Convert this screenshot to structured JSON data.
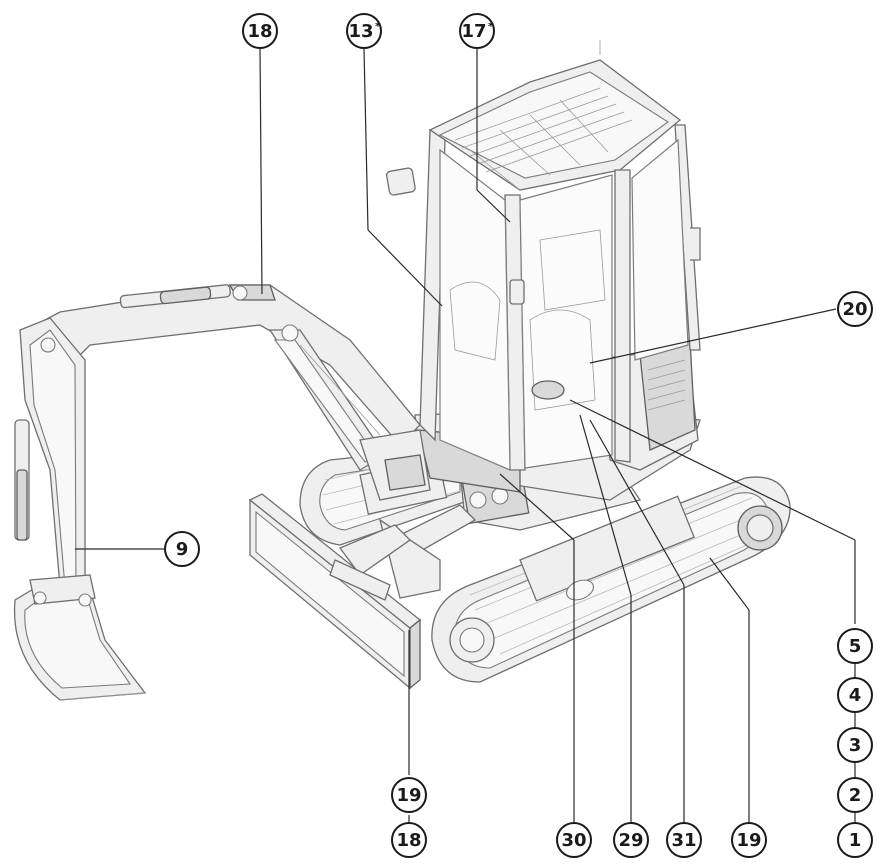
{
  "figure": {
    "subject": "compact excavator",
    "colors": {
      "outline": "#6f6f6f",
      "fill": "#efefef",
      "callout_stroke": "#1a1a1a",
      "background": "#ffffff"
    }
  },
  "callouts": [
    {
      "id": "c18_top",
      "label": "18",
      "suffix": ""
    },
    {
      "id": "c13",
      "label": "13",
      "suffix": "*"
    },
    {
      "id": "c17",
      "label": "17",
      "suffix": "*"
    },
    {
      "id": "c20",
      "label": "20",
      "suffix": ""
    },
    {
      "id": "c9",
      "label": "9",
      "suffix": ""
    },
    {
      "id": "c5",
      "label": "5",
      "suffix": ""
    },
    {
      "id": "c4",
      "label": "4",
      "suffix": ""
    },
    {
      "id": "c3",
      "label": "3",
      "suffix": ""
    },
    {
      "id": "c2",
      "label": "2",
      "suffix": ""
    },
    {
      "id": "c1",
      "label": "1",
      "suffix": ""
    },
    {
      "id": "c19_left",
      "label": "19",
      "suffix": ""
    },
    {
      "id": "c18_bottom",
      "label": "18",
      "suffix": ""
    },
    {
      "id": "c30",
      "label": "30",
      "suffix": ""
    },
    {
      "id": "c29",
      "label": "29",
      "suffix": ""
    },
    {
      "id": "c31",
      "label": "31",
      "suffix": ""
    },
    {
      "id": "c19_right",
      "label": "19",
      "suffix": ""
    }
  ]
}
